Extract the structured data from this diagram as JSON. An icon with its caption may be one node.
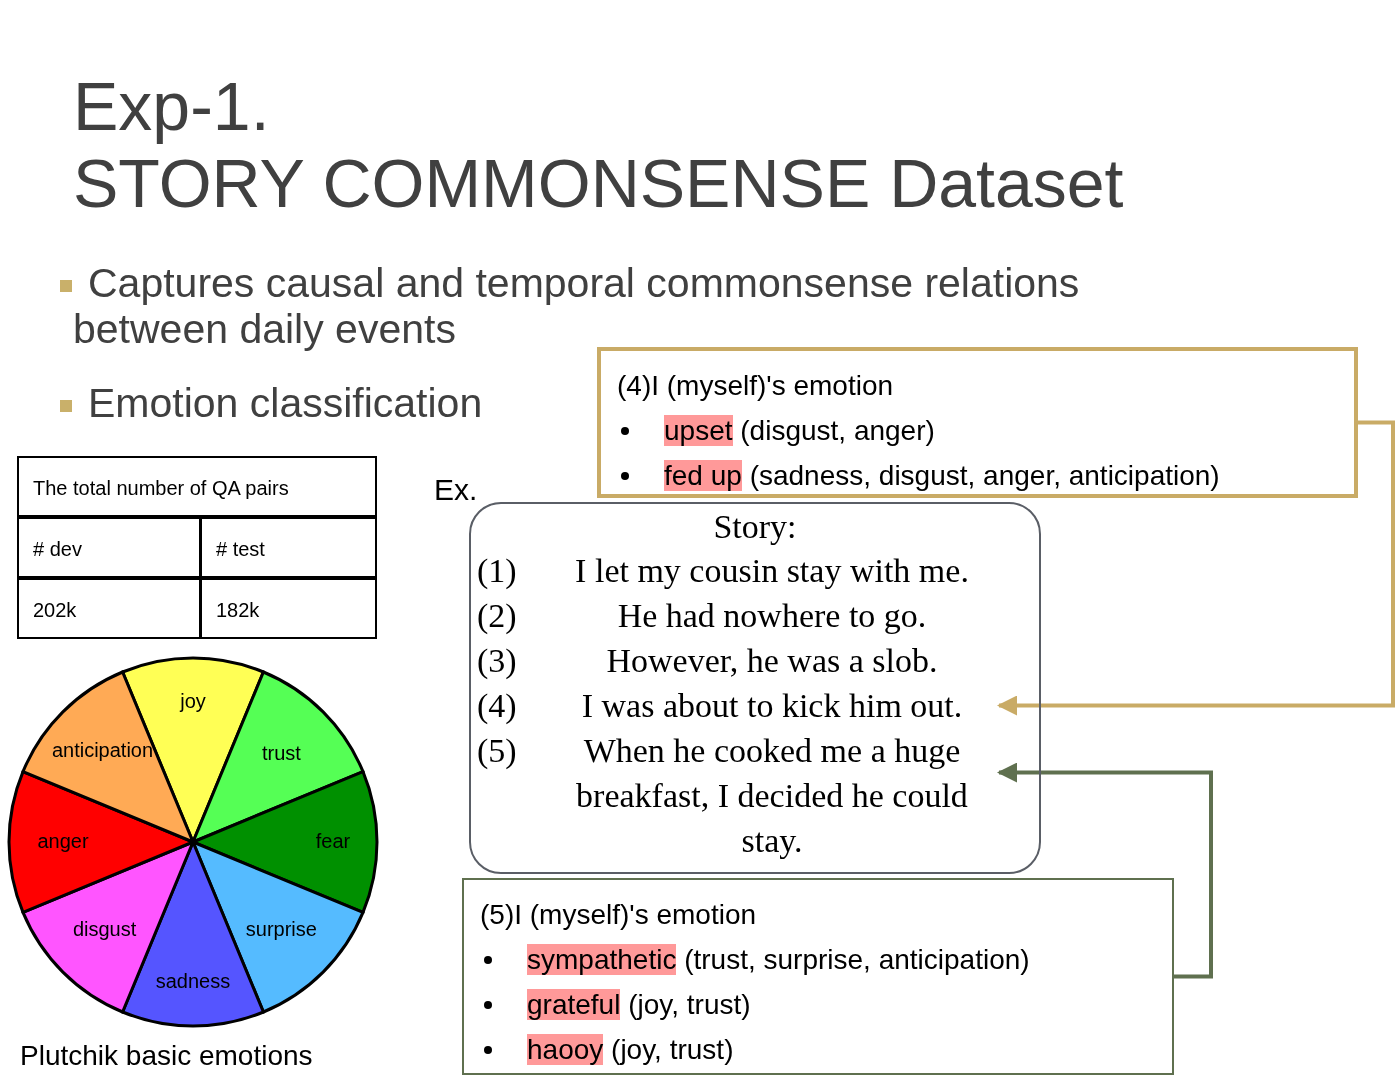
{
  "diagram": {
    "title": "Exp-1. STORY COMMONSENSE Dataset",
    "nodes": [
      {
        "text": [
          "(4)I (myself)'s emotion",
          "upset (disgust, anger)",
          "fed up (sadness, disgust, anger, anticipation)"
        ]
      },
      {
        "text": [
          "Story:"
        ],
        "beside": [
          "Ex."
        ]
      },
      {
        "text": [
          "(1)",
          "I let my cousin stay with me."
        ],
        "in": 1
      },
      {
        "text": [
          "(2)",
          "He had nowhere to go."
        ],
        "in": 1
      },
      {
        "text": [
          "(3)",
          "However, he was a slob."
        ],
        "in": 1
      },
      {
        "text": [
          "(4)",
          "I was about to kick him out."
        ],
        "in": 1
      },
      {
        "text": [
          "(5)",
          "When he cooked me a huge breakfast, I decided he could stay."
        ],
        "in": 1
      },
      {
        "text": [
          "(5)I (myself)'s emotion",
          "sympathetic (trust, surprise, anticipation)",
          "grateful (joy, trust)",
          "haooy (joy, trust)"
        ]
      }
    ],
    "edges": [
      {
        "from": 0,
        "to": 5,
        "arrow": "to",
        "color": "#c9ab66"
      },
      {
        "from": 7,
        "to": 6,
        "arrow": "to",
        "color": "#5f704f"
      }
    ],
    "labels": [
      "Captures causal and temporal commonsense relations between daily events",
      "Emotion classification",
      "The total number of QA pairs",
      "# dev",
      "# test",
      "202k",
      "182k",
      "joy",
      "trust",
      "fear",
      "surprise",
      "sadness",
      "disgust",
      "anger",
      "anticipation",
      "Plutchik basic emotions"
    ]
  }
}
